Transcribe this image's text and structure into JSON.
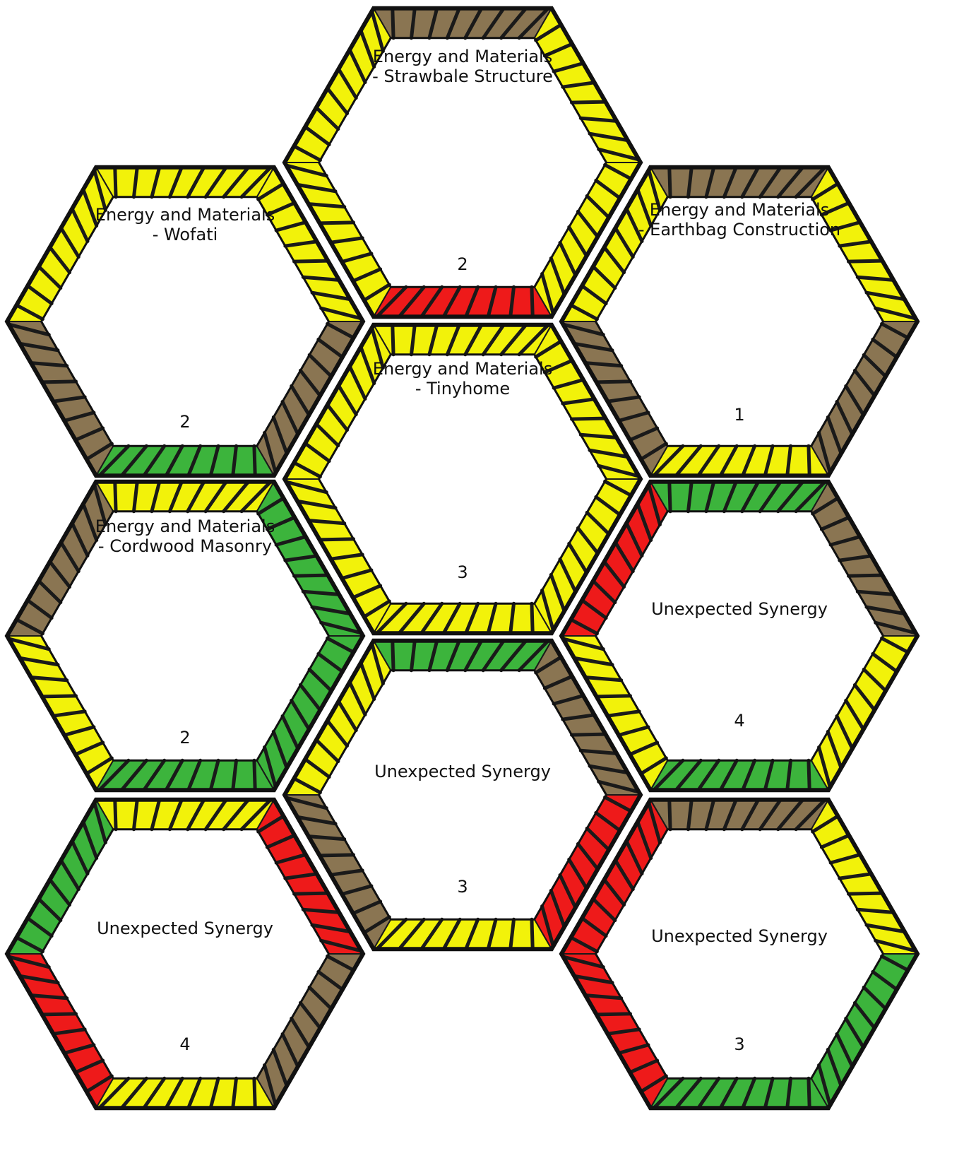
{
  "palette": {
    "yellow": "#f2f20a",
    "brown": "#8a7552",
    "green": "#3cb43c",
    "red": "#ee1a1a",
    "outline": "#111111",
    "rope_mark": "#1a1a1a"
  },
  "tiles": [
    {
      "id": "strawbale",
      "title_lines": [
        "Energy and Materials",
        "- Strawbale Structure"
      ],
      "number": "2",
      "edges": [
        "brown",
        "yellow",
        "yellow",
        "red",
        "yellow",
        "yellow"
      ]
    },
    {
      "id": "wofati",
      "title_lines": [
        "Energy and Materials",
        "- Wofati"
      ],
      "number": "2",
      "edges": [
        "yellow",
        "yellow",
        "brown",
        "green",
        "brown",
        "yellow"
      ]
    },
    {
      "id": "earthbag",
      "title_lines": [
        "Energy and Materials",
        "- Earthbag Construction"
      ],
      "number": "1",
      "edges": [
        "brown",
        "yellow",
        "brown",
        "yellow",
        "brown",
        "yellow"
      ]
    },
    {
      "id": "tinyhome",
      "title_lines": [
        "Energy and Materials",
        "- Tinyhome"
      ],
      "number": "3",
      "edges": [
        "yellow",
        "yellow",
        "yellow",
        "yellow",
        "yellow",
        "yellow"
      ]
    },
    {
      "id": "cordwood",
      "title_lines": [
        "Energy and Materials",
        "- Cordwood Masonry"
      ],
      "number": "2",
      "edges": [
        "yellow",
        "green",
        "green",
        "green",
        "yellow",
        "brown"
      ]
    },
    {
      "id": "synergy-right-upper",
      "title_lines": [
        "Unexpected Synergy"
      ],
      "number": "4",
      "edges": [
        "green",
        "brown",
        "yellow",
        "green",
        "yellow",
        "red"
      ]
    },
    {
      "id": "synergy-center",
      "title_lines": [
        "Unexpected Synergy"
      ],
      "number": "3",
      "edges": [
        "green",
        "brown",
        "red",
        "yellow",
        "brown",
        "yellow"
      ]
    },
    {
      "id": "synergy-left-lower",
      "title_lines": [
        "Unexpected Synergy"
      ],
      "number": "4",
      "edges": [
        "yellow",
        "red",
        "brown",
        "yellow",
        "red",
        "green"
      ]
    },
    {
      "id": "synergy-right-lower",
      "title_lines": [
        "Unexpected Synergy"
      ],
      "number": "3",
      "edges": [
        "brown",
        "yellow",
        "green",
        "green",
        "red",
        "red"
      ]
    }
  ]
}
